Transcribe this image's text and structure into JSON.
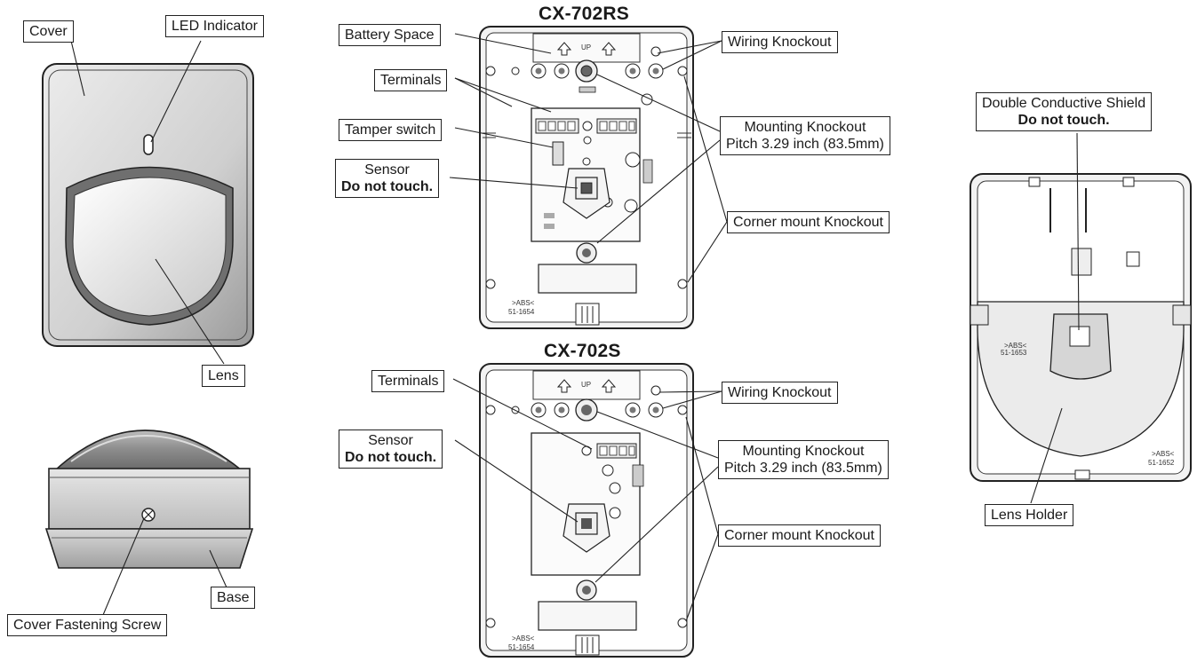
{
  "diagram": {
    "titles": {
      "top_model": "CX-702RS",
      "bottom_model": "CX-702S"
    },
    "left_labels": {
      "cover": "Cover",
      "led_indicator": "LED Indicator",
      "lens": "Lens",
      "base": "Base",
      "cover_fastening_screw": "Cover Fastening Screw"
    },
    "top_unit_labels": {
      "battery_space": "Battery Space",
      "terminals": "Terminals",
      "tamper_switch": "Tamper switch",
      "sensor": "Sensor",
      "sensor_warning": "Do not touch.",
      "wiring_knockout": "Wiring Knockout",
      "mounting_knockout": "Mounting Knockout",
      "mounting_pitch": "Pitch 3.29 inch (83.5mm)",
      "corner_mount_knockout": "Corner mount Knockout"
    },
    "bottom_unit_labels": {
      "terminals": "Terminals",
      "sensor": "Sensor",
      "sensor_warning": "Do not touch.",
      "wiring_knockout": "Wiring Knockout",
      "mounting_knockout": "Mounting Knockout",
      "mounting_pitch": "Pitch 3.29 inch (83.5mm)",
      "corner_mount_knockout": "Corner mount Knockout"
    },
    "right_labels": {
      "double_conductive_shield": "Double Conductive Shield",
      "shield_warning": "Do not touch.",
      "lens_holder": "Lens Holder"
    },
    "markings": {
      "up": "UP",
      "abs": ">ABS<",
      "part_top": "51-1654",
      "part_bottom": "51-1654",
      "part_holder_top": "51-1653",
      "part_holder": "51-1652"
    }
  }
}
